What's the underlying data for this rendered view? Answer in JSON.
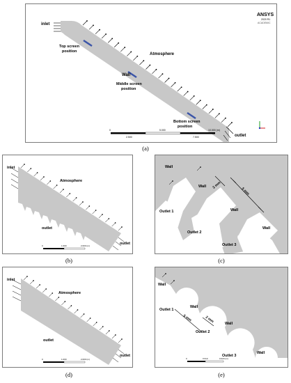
{
  "panel_a": {
    "caption": "(a)",
    "inlet": "inlet",
    "outlet": "outlet",
    "atmosphere": "Atmosphere",
    "wall": "Wall",
    "top_screen": [
      "Top screen",
      "position"
    ],
    "middle_screen": [
      "Middle screen",
      "position"
    ],
    "bottom_screen": [
      "Bottom screen",
      "position"
    ],
    "logo": "ANSYS",
    "logo_sub": "2020 R1",
    "logo_sub2": "ACADEMIC",
    "scale_ticks": [
      "0",
      "5.000",
      "10.000 (m)"
    ],
    "scale_ticks_bottom": [
      "2.500",
      "7.500"
    ]
  },
  "panel_b": {
    "caption": "(b)",
    "inlet": "inlet",
    "atmosphere": "Atmosphere",
    "outlet_center": "outlet",
    "outlet_right": "outlet",
    "scale_ticks": [
      "0",
      "1.000",
      "2.000 (m)"
    ]
  },
  "panel_c": {
    "caption": "(c)",
    "walls": [
      "Wall",
      "Wall",
      "Wall",
      "Wall"
    ],
    "outlets": [
      "Outlet 1",
      "Outlet 2",
      "Outlet 3"
    ],
    "dim_small": "2 mm",
    "dim_large": "5 mm"
  },
  "panel_d": {
    "caption": "(d)",
    "inlet": "inlet",
    "atmosphere": "Atmosphere",
    "outlet_center": "outlet",
    "outlet_right": "outlet",
    "scale_ticks": [
      "0",
      "1.000",
      "2.000 (m)"
    ]
  },
  "panel_e": {
    "caption": "(e)",
    "walls": [
      "Wall",
      "Wall",
      "Wall",
      "Wall"
    ],
    "outlets": [
      "Outlet 1",
      "Outlet 2",
      "Outlet 3"
    ],
    "dim_small": "2 mm",
    "dim_large": "5 mm",
    "scale_ticks": [
      "0",
      "0.010",
      "0.020 (m)"
    ]
  },
  "colors": {
    "geometry_fill": "#c8c8c8",
    "screen": "#3b55a8",
    "axis_x": "#d02020",
    "axis_y": "#20a020"
  }
}
